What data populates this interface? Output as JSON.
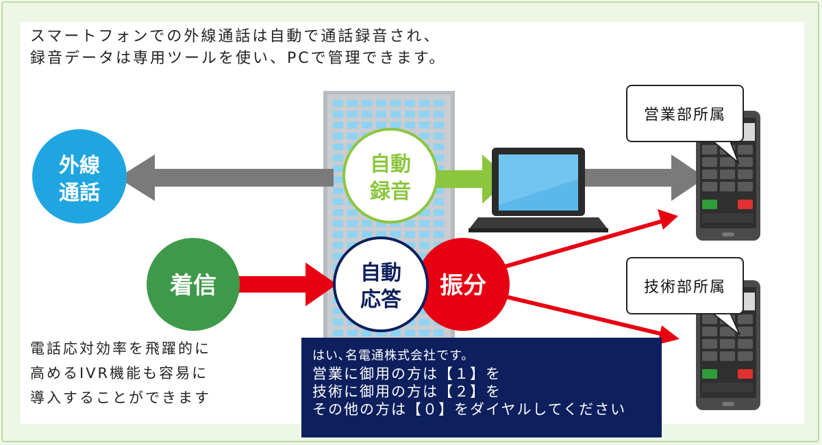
{
  "intro": {
    "line1": "スマートフォンでの外線通話は自動で通話録音され、",
    "line2": "録音データは専用ツールを使い、PCで管理できます。"
  },
  "nodes": {
    "gaisen": {
      "line1": "外線",
      "line2": "通話"
    },
    "jidou_rokuon": {
      "line1": "自動",
      "line2": "録音"
    },
    "chakushin": "着信",
    "jidou_outou": {
      "line1": "自動",
      "line2": "応答"
    },
    "furiwake": "振分"
  },
  "callouts": {
    "sales": "営業部所属",
    "tech": "技術部所属"
  },
  "ivr_message": {
    "line1": "はい､名電通株式会社です。",
    "line2": "営業に御用の方は【１】を",
    "line3": "技術に御用の方は【２】を",
    "line4": "その他の方は【０】をダイヤルしてください"
  },
  "footer": {
    "line1": "電話応対効率を飛躍的に",
    "line2": "高めるIVR機能も容易に",
    "line3": "導入することができます"
  },
  "colors": {
    "blue": "#1fa6e0",
    "green_light": "#8cc63f",
    "green_dark": "#3e9a4a",
    "red": "#e60012",
    "navy": "#0d1f5c",
    "gray_arrow": "#7a7a7a"
  }
}
